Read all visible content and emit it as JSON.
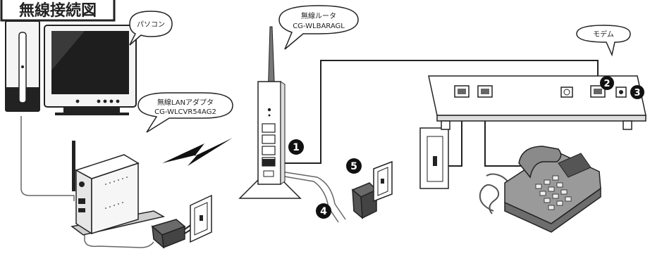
{
  "title": "無線接続図",
  "labels": {
    "pc": "パソコン",
    "router_line1": "無線ルータ",
    "router_line2": "CG-WLBARAGL",
    "adapter_line1": "無線LANアダプタ",
    "adapter_line2": "CG-WLCVR54AG2",
    "modem": "モデム"
  },
  "markers": [
    "1",
    "2",
    "3",
    "4",
    "5"
  ],
  "colors": {
    "ink": "#222222",
    "gray": "#8c8c8c",
    "light": "#f4f4f4"
  }
}
